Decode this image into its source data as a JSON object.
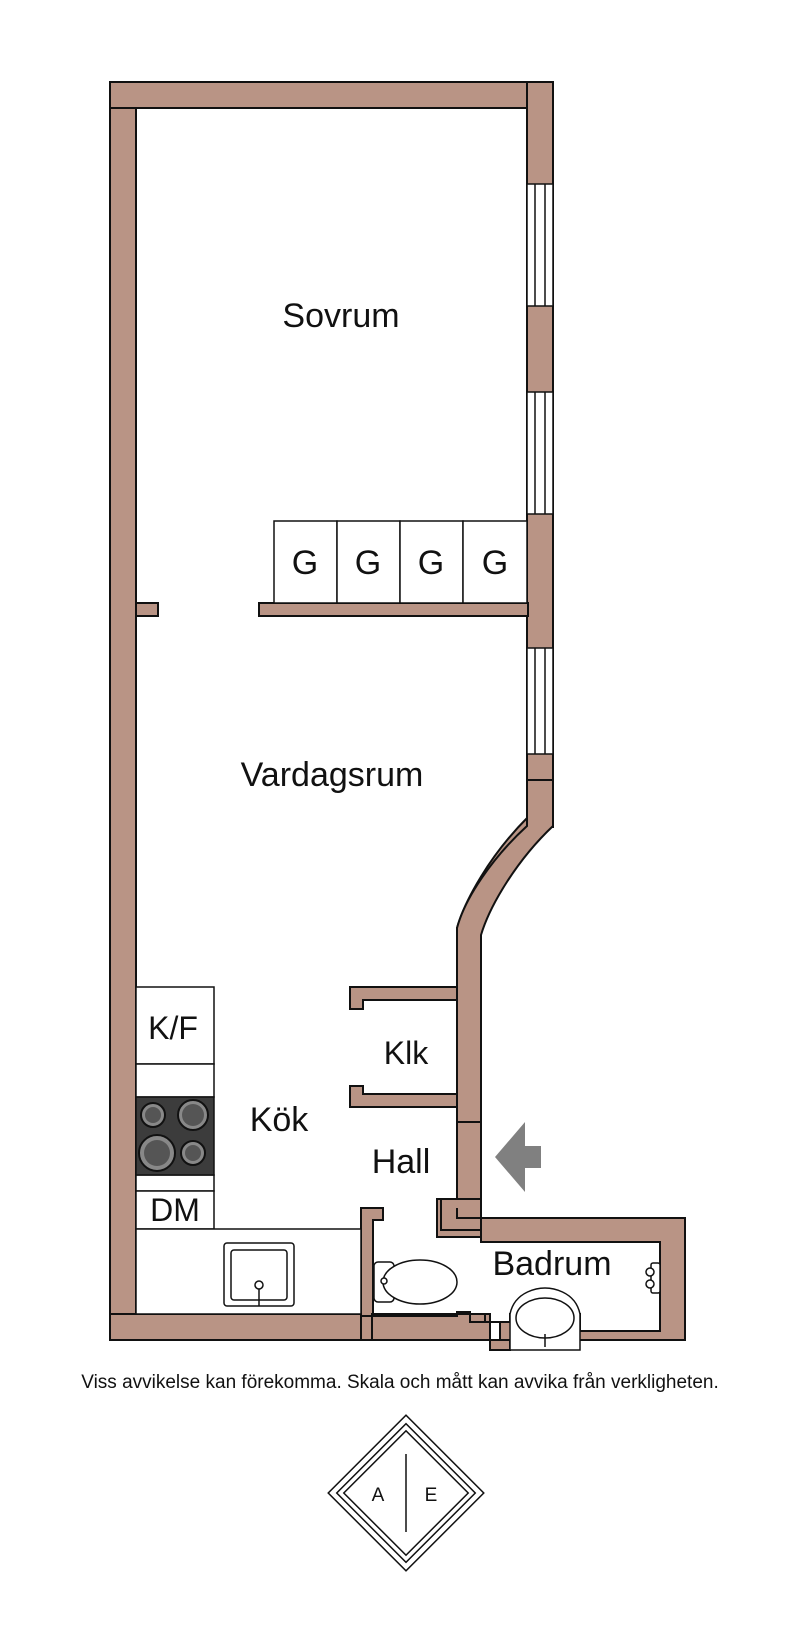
{
  "rooms": {
    "sovrum": "Sovrum",
    "vardagsrum": "Vardagsrum",
    "kok": "Kök",
    "klk": "Klk",
    "hall": "Hall",
    "badrum": "Badrum"
  },
  "wardrobes": [
    "G",
    "G",
    "G",
    "G"
  ],
  "appliances": {
    "fridge_freezer": "K/F",
    "dishwasher": "DM"
  },
  "disclaimer": "Viss avvikelse kan förekomma. Skala och mått kan avvika från verkligheten.",
  "logo": {
    "left": "A",
    "right": "E"
  },
  "colors": {
    "wall": "#b99485",
    "stroke": "#111111",
    "entrance_arrow": "#808080",
    "stove": "#3c3c3c"
  }
}
